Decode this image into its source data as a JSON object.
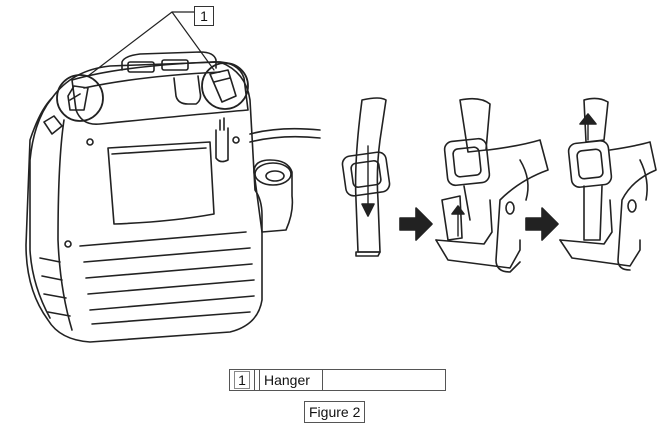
{
  "callout": {
    "number": "1"
  },
  "legend": {
    "number": "1",
    "label": "Hanger"
  },
  "caption": "Figure 2"
}
